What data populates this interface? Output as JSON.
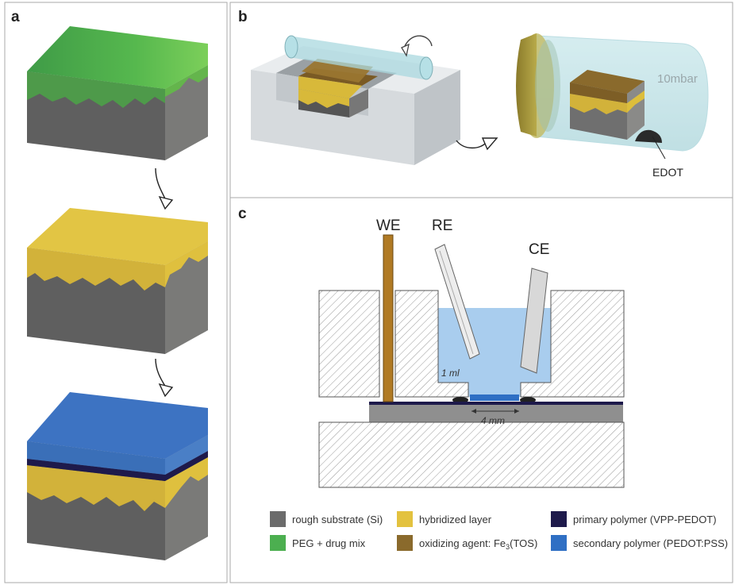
{
  "panels": {
    "a": {
      "letter": "a"
    },
    "b": {
      "letter": "b",
      "pressure": "10mbar",
      "monomer": "EDOT"
    },
    "c": {
      "letter": "c",
      "we": "WE",
      "re": "RE",
      "ce": "CE",
      "volume": "1 ml",
      "width": "4 mm"
    }
  },
  "legend": [
    {
      "label": "rough substrate (Si)",
      "color": "#6b6b6b"
    },
    {
      "label": "hybridized layer",
      "color": "#e3c23f"
    },
    {
      "label": "primary polymer (VPP-PEDOT)",
      "color": "#1e1a4b"
    },
    {
      "label": "PEG + drug mix",
      "color": "#4caf50"
    },
    {
      "label": "oxidizing agent: Fe",
      "sub": "3",
      "suffix": "(TOS)",
      "color": "#8a6a2c"
    },
    {
      "label": "secondary polymer (PEDOT:PSS)",
      "color": "#2f6fc4"
    }
  ]
}
